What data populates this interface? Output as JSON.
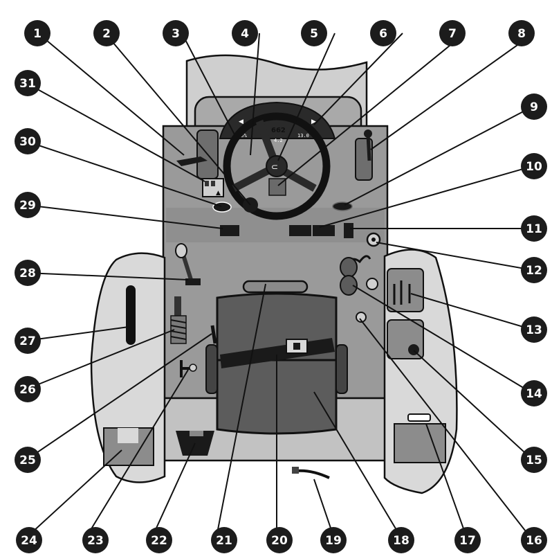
{
  "colors": {
    "callout": "#1c1c1c",
    "panel": "#9a9a9a",
    "panel_dark": "#7a7a7a",
    "panel_light": "#c8c8c8",
    "fender": "#d9d9d9",
    "seat": "#5c5c5c",
    "outline": "#111111"
  },
  "dashboard": {
    "speed": "662",
    "left_readout": "0.5%",
    "center_readout": "4.2",
    "right_readout": "13.0"
  },
  "callouts": [
    {
      "number": "1"
    },
    {
      "number": "2"
    },
    {
      "number": "3"
    },
    {
      "number": "4"
    },
    {
      "number": "5"
    },
    {
      "number": "6"
    },
    {
      "number": "7"
    },
    {
      "number": "8"
    },
    {
      "number": "9"
    },
    {
      "number": "10"
    },
    {
      "number": "11"
    },
    {
      "number": "12"
    },
    {
      "number": "13"
    },
    {
      "number": "14"
    },
    {
      "number": "15"
    },
    {
      "number": "16"
    },
    {
      "number": "17"
    },
    {
      "number": "18"
    },
    {
      "number": "19"
    },
    {
      "number": "20"
    },
    {
      "number": "21"
    },
    {
      "number": "22"
    },
    {
      "number": "23"
    },
    {
      "number": "24"
    },
    {
      "number": "25"
    },
    {
      "number": "26"
    },
    {
      "number": "27"
    },
    {
      "number": "28"
    },
    {
      "number": "29"
    },
    {
      "number": "30"
    },
    {
      "number": "31"
    }
  ]
}
